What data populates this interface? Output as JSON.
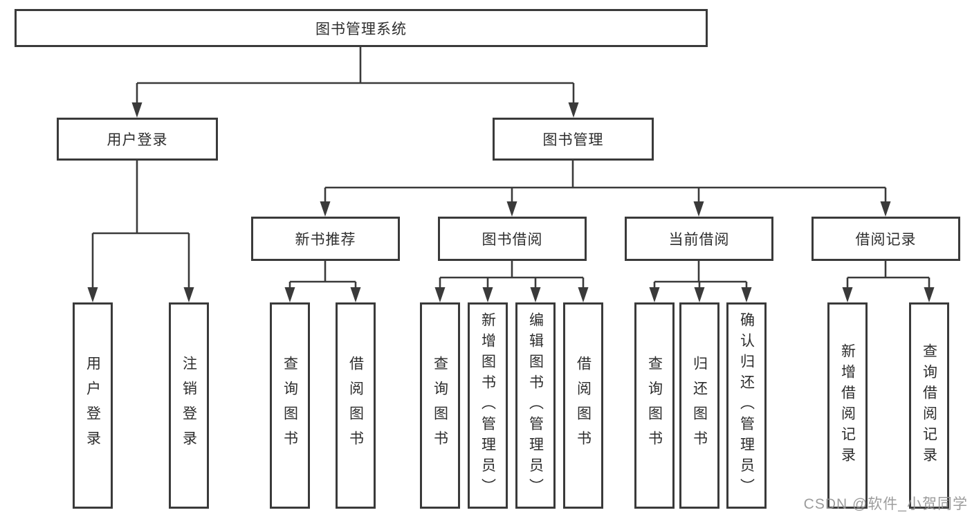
{
  "tree": {
    "label": "图书管理系统",
    "children": [
      {
        "label": "用户登录",
        "children": [
          {
            "label": "用户登录"
          },
          {
            "label": "注销登录"
          }
        ]
      },
      {
        "label": "图书管理",
        "children": [
          {
            "label": "新书推荐",
            "children": [
              {
                "label": "查询图书"
              },
              {
                "label": "借阅图书"
              }
            ]
          },
          {
            "label": "图书借阅",
            "children": [
              {
                "label": "查询图书"
              },
              {
                "label": "新增图书（管理员）"
              },
              {
                "label": "编辑图书（管理员）"
              },
              {
                "label": "借阅图书"
              }
            ]
          },
          {
            "label": "当前借阅",
            "children": [
              {
                "label": "查询图书"
              },
              {
                "label": "归还图书"
              },
              {
                "label": "确认归还（管理员）"
              }
            ]
          },
          {
            "label": "借阅记录",
            "children": [
              {
                "label": "新增借阅记录"
              },
              {
                "label": "查询借阅记录"
              }
            ]
          }
        ]
      }
    ]
  },
  "watermark": {
    "text": "CSDN @软件_小贺同学"
  },
  "colors": {
    "line": "#3a3a3a",
    "border": "#3a3a3a",
    "text": "#2d2d2d",
    "background": "#ffffff",
    "watermark_text": "#949494"
  }
}
